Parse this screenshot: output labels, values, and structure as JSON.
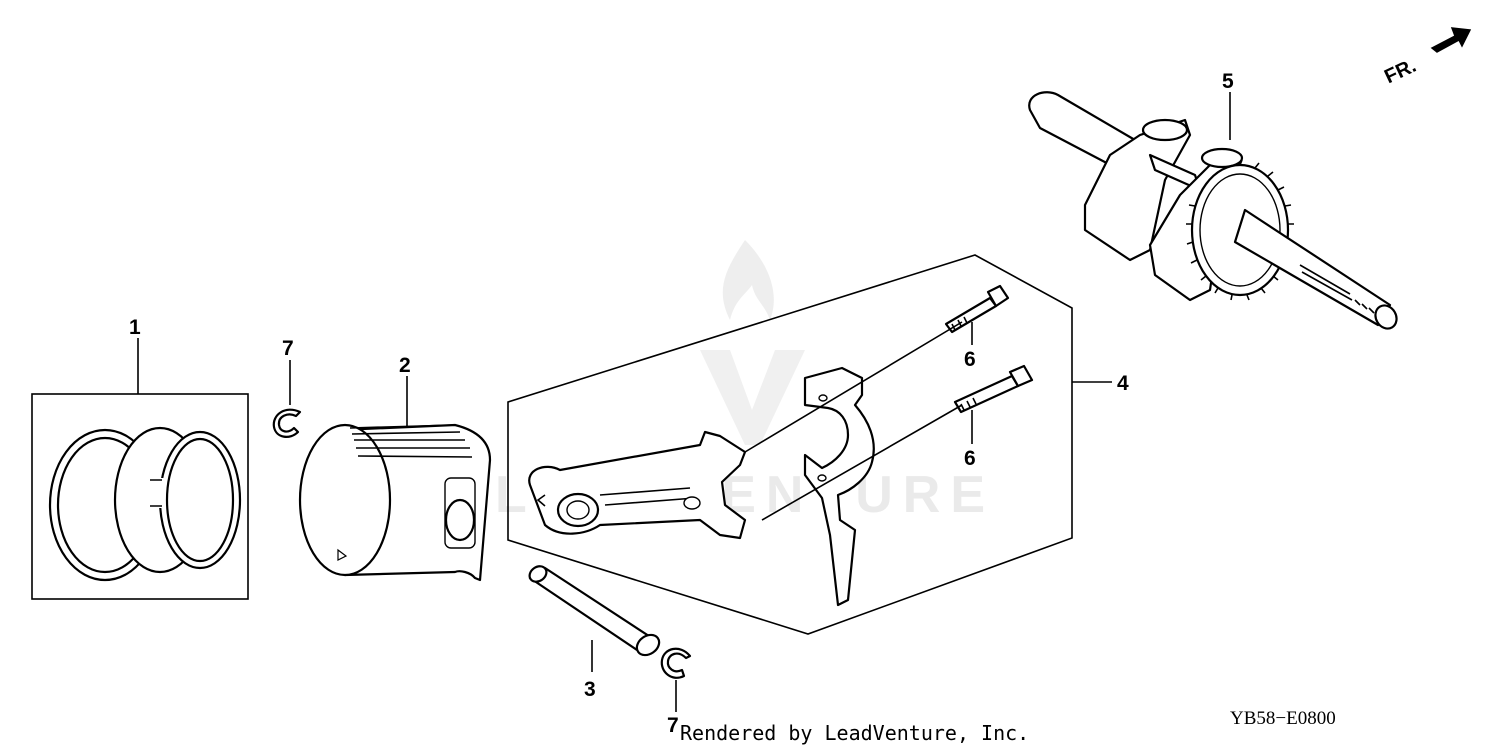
{
  "callouts": {
    "c1": "1",
    "c2": "2",
    "c3": "3",
    "c4": "4",
    "c5": "5",
    "c6a": "6",
    "c6b": "6",
    "c7a": "7",
    "c7b": "7"
  },
  "watermark": "LEADVENTURE",
  "footer": "Rendered by LeadVenture, Inc.",
  "diagram_code": "YB58−E0800",
  "direction_label": "FR."
}
